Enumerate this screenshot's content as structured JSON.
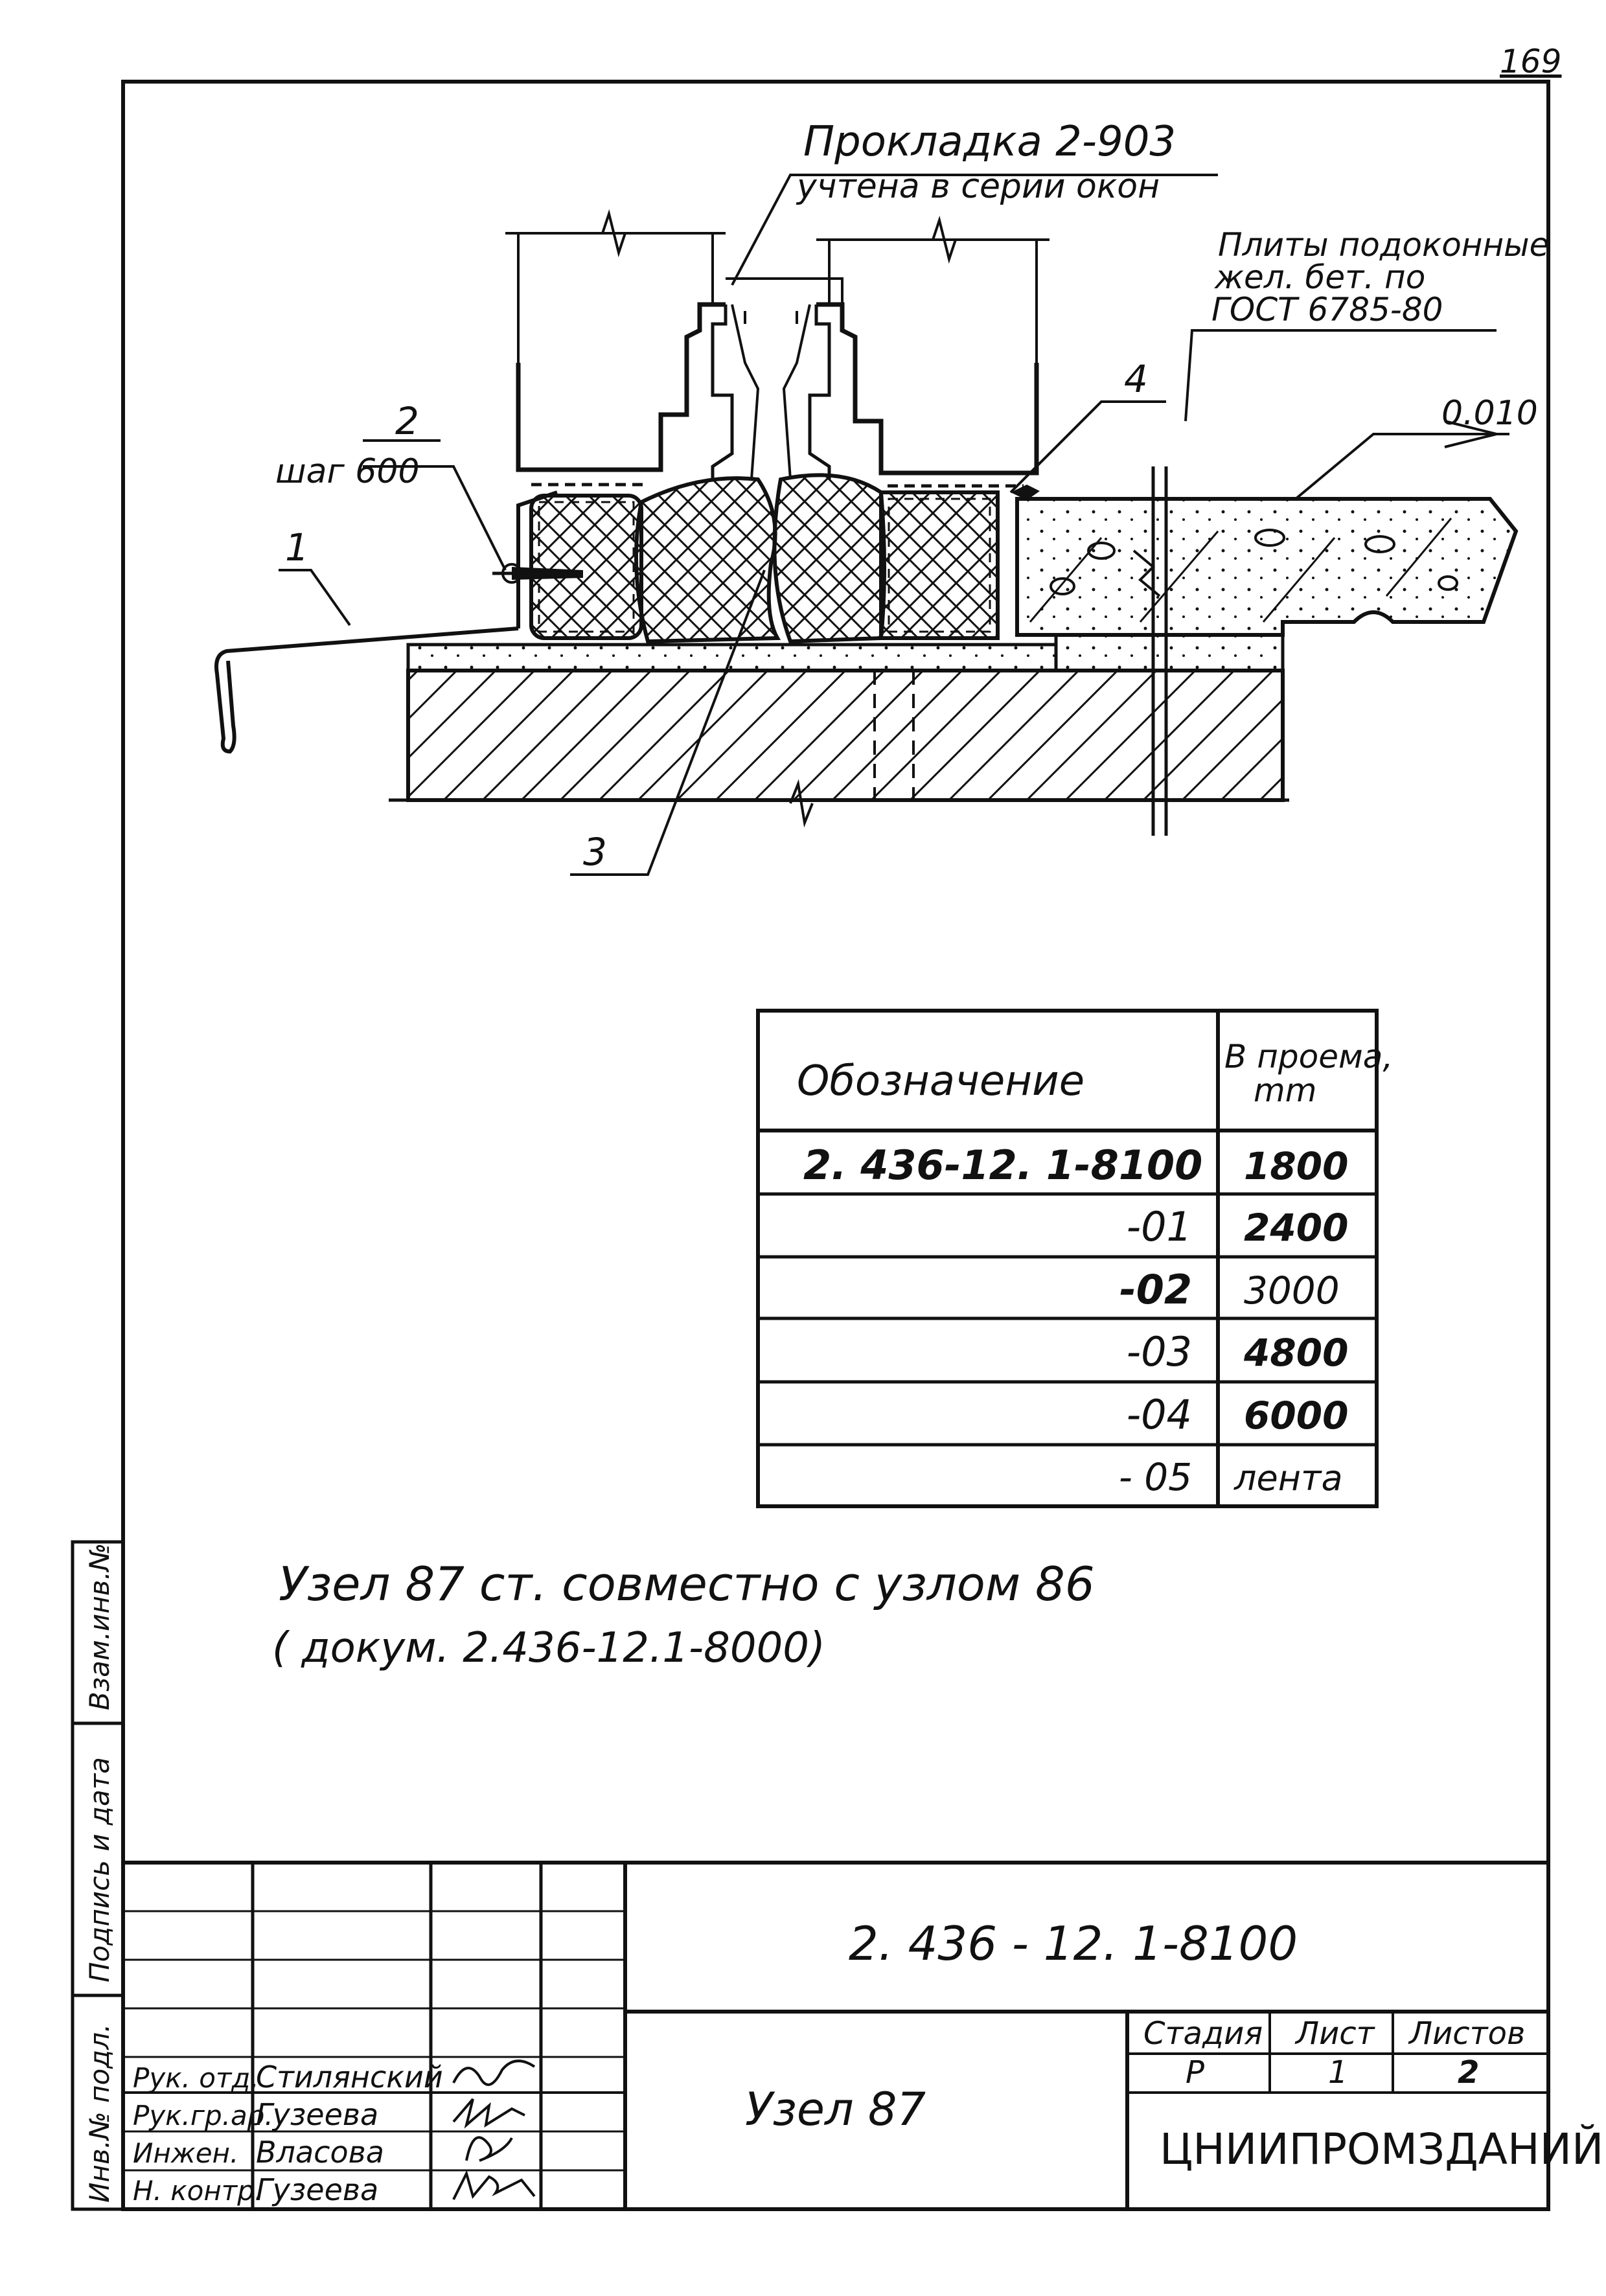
{
  "sheet_number": "169",
  "callouts": {
    "gasket_line1": "Прокладка  2-903",
    "gasket_line2": "учтена в серии  окон",
    "sill_line1": "Плиты подоконные",
    "sill_line2": "жел. бет.  по",
    "sill_line3": "ГОСТ  6785-80",
    "level": "0.010",
    "item_1": "1",
    "item_2": "2",
    "item_2_step": "шаг 600",
    "item_3": "3",
    "item_4": "4"
  },
  "spec_table": {
    "header_designation": "Обозначение",
    "header_opening_line1": "B проема,",
    "header_opening_line2": "mm",
    "rows": [
      {
        "designation": "2. 436-12. 1-8100",
        "value": "1800"
      },
      {
        "designation": "-01",
        "value": "2400"
      },
      {
        "designation": "-02",
        "value": "3000"
      },
      {
        "designation": "-03",
        "value": "4800"
      },
      {
        "designation": "-04",
        "value": "6000"
      },
      {
        "designation": "- 05",
        "value": "лента"
      }
    ]
  },
  "note_line1": "Узел 87 ст.  совместно   с узлом 86",
  "note_line2": "( докум.  2.436-12.1-8000)",
  "side_stamp": {
    "box1": "Взам.инв.№",
    "box2": "Подпись и дата",
    "box3": "Инв.№ подл."
  },
  "title_block": {
    "document_code": "2. 436 - 12. 1-8100",
    "title": "Узел 87",
    "stage_label": "Стадия",
    "sheet_label": "Лист",
    "sheets_label": "Листов",
    "stage_value": "Р",
    "sheet_value": "1",
    "sheets_value": "2",
    "organization": "ЦНИИПРОМЗДАНИЙ",
    "people": [
      {
        "role": "Рук. отд.",
        "name": "Стилянский"
      },
      {
        "role": "Рук.гр.ар.",
        "name": "Гузеева"
      },
      {
        "role": "Инжен.",
        "name": "Власова"
      },
      {
        "role": "Н. контр.",
        "name": "Гузеева"
      }
    ]
  }
}
